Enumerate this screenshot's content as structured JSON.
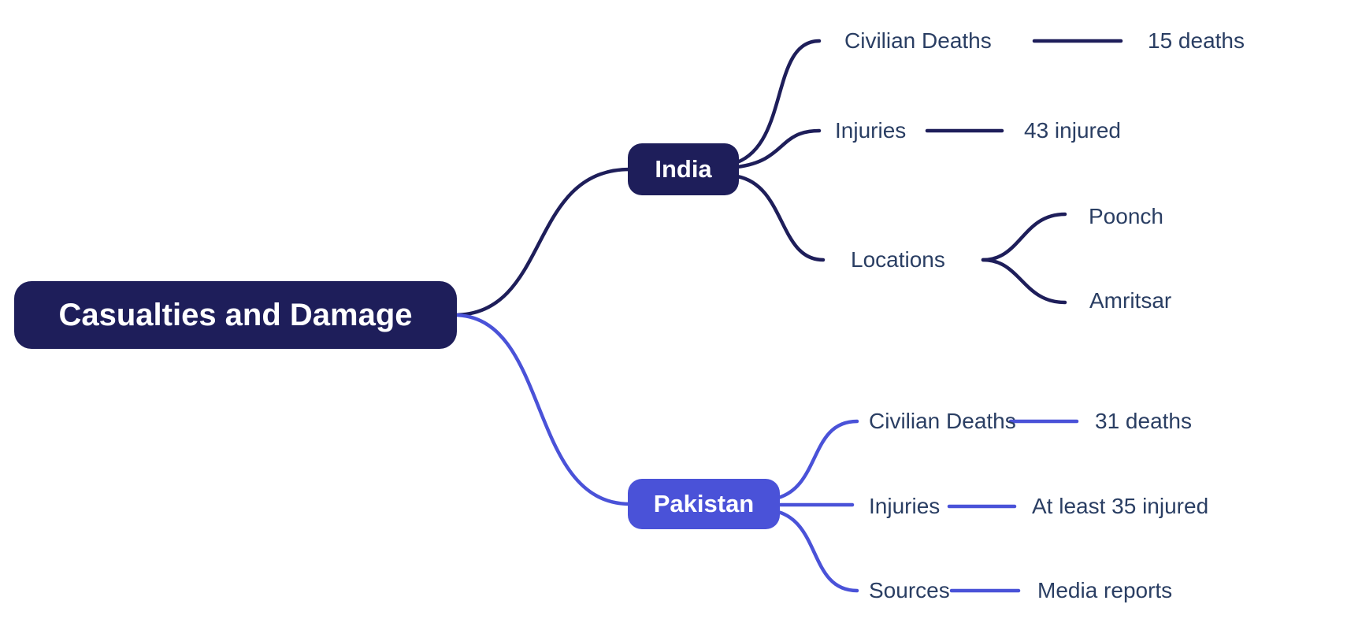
{
  "root": {
    "label": "Casualties and Damage"
  },
  "branches": [
    {
      "label": "India",
      "children": [
        {
          "label": "Civilian Deaths",
          "value": "15 deaths"
        },
        {
          "label": "Injuries",
          "value": "43 injured"
        },
        {
          "label": "Locations",
          "children": [
            {
              "label": "Poonch"
            },
            {
              "label": "Amritsar"
            }
          ]
        }
      ]
    },
    {
      "label": "Pakistan",
      "children": [
        {
          "label": "Civilian Deaths",
          "value": "31 deaths"
        },
        {
          "label": "Injuries",
          "value": "At least 35 injured"
        },
        {
          "label": "Sources",
          "value": "Media reports"
        }
      ]
    }
  ],
  "colors": {
    "navy": "#1E1E5A",
    "indigo": "#4A52D8",
    "label": "#2A3E63",
    "node-text": "#FFFFFF",
    "bg": "#FFFFFF"
  }
}
